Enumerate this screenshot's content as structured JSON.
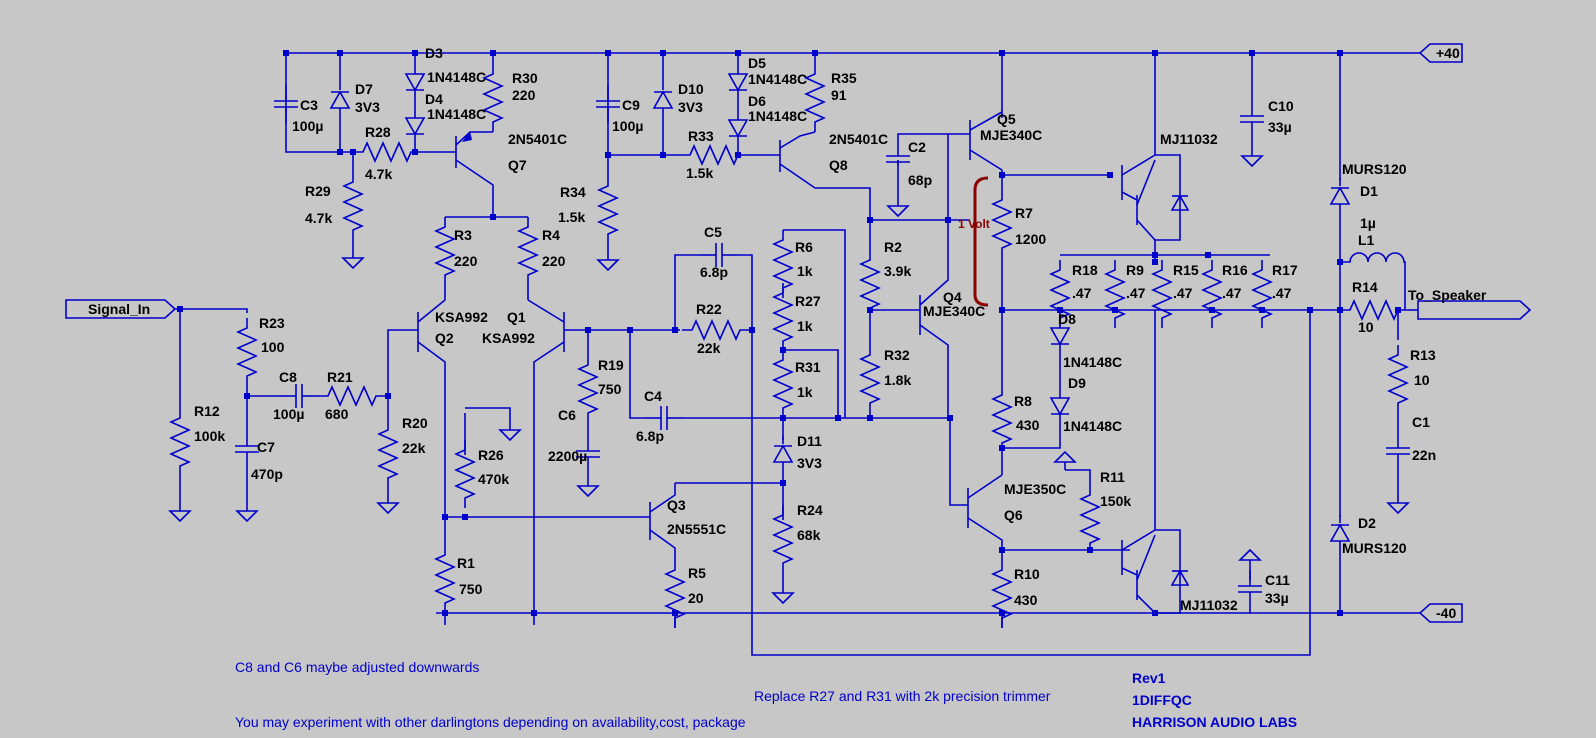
{
  "ports": {
    "signal_in": "Signal_In",
    "to_speaker": "To_Speaker",
    "plus_rail": "+40",
    "minus_rail": "-40"
  },
  "parts": {
    "d3": {
      "ref": "D3",
      "val": "1N4148C"
    },
    "d4": {
      "ref": "D4",
      "val": "1N4148C"
    },
    "d7": {
      "ref": "D7",
      "val": "3V3"
    },
    "c3": {
      "ref": "C3",
      "val": "100µ"
    },
    "r28": {
      "ref": "R28",
      "val": "4.7k"
    },
    "r29": {
      "ref": "R29",
      "val": "4.7k"
    },
    "r30": {
      "ref": "R30",
      "val": "220"
    },
    "q7": {
      "ref": "Q7",
      "val": "2N5401C"
    },
    "c9": {
      "ref": "C9",
      "val": "100µ"
    },
    "d10": {
      "ref": "D10",
      "val": "3V3"
    },
    "d5": {
      "ref": "D5",
      "val": "1N4148C"
    },
    "d6": {
      "ref": "D6",
      "val": "1N4148C"
    },
    "r35": {
      "ref": "R35",
      "val": "91"
    },
    "r33": {
      "ref": "R33",
      "val": "1.5k"
    },
    "r34": {
      "ref": "R34",
      "val": "1.5k"
    },
    "q8": {
      "ref": "Q8",
      "val": "2N5401C"
    },
    "c2": {
      "ref": "C2",
      "val": "68p"
    },
    "q5": {
      "ref": "Q5",
      "val": "MJE340C"
    },
    "r7": {
      "ref": "R7",
      "val": "1200"
    },
    "mj_top": {
      "val": "MJ11032"
    },
    "c10": {
      "ref": "C10",
      "val": "33µ"
    },
    "d1": {
      "ref": "D1",
      "val": "MURS120"
    },
    "l1": {
      "ref": "L1",
      "val": "1µ"
    },
    "r3": {
      "ref": "R3",
      "val": "220"
    },
    "r4": {
      "ref": "R4",
      "val": "220"
    },
    "c5": {
      "ref": "C5",
      "val": "6.8p"
    },
    "r6": {
      "ref": "R6",
      "val": "1k"
    },
    "r2": {
      "ref": "R2",
      "val": "3.9k"
    },
    "q4": {
      "ref": "Q4",
      "val": "MJE340C"
    },
    "r18": {
      "ref": "R18",
      "val": ".47"
    },
    "r9": {
      "ref": "R9",
      "val": ".47"
    },
    "r15": {
      "ref": "R15",
      "val": ".47"
    },
    "r16": {
      "ref": "R16",
      "val": ".47"
    },
    "r17": {
      "ref": "R17",
      "val": ".47"
    },
    "r14": {
      "ref": "R14",
      "val": "10"
    },
    "q2": {
      "ref": "Q2",
      "val": "KSA992"
    },
    "q1": {
      "ref": "Q1",
      "val": "KSA992"
    },
    "r22": {
      "ref": "R22",
      "val": "22k"
    },
    "r27": {
      "ref": "R27",
      "val": "1k"
    },
    "d8": {
      "ref": "D8",
      "val": "1N4148C"
    },
    "d9": {
      "ref": "D9",
      "val": "1N4148C"
    },
    "r23": {
      "ref": "R23",
      "val": "100"
    },
    "r19": {
      "ref": "R19",
      "val": "750"
    },
    "r31": {
      "ref": "R31",
      "val": "1k"
    },
    "r32": {
      "ref": "R32",
      "val": "1.8k"
    },
    "r13": {
      "ref": "R13",
      "val": "10"
    },
    "c8": {
      "ref": "C8",
      "val": "100µ"
    },
    "r21": {
      "ref": "R21",
      "val": "680"
    },
    "r20": {
      "ref": "R20",
      "val": "22k"
    },
    "c4": {
      "ref": "C4",
      "val": "6.8p"
    },
    "c6": {
      "ref": "C6",
      "val": "2200µ"
    },
    "r12": {
      "ref": "R12",
      "val": "100k"
    },
    "c7": {
      "ref": "C7",
      "val": "470p"
    },
    "r26": {
      "ref": "R26",
      "val": "470k"
    },
    "d11": {
      "ref": "D11",
      "val": "3V3"
    },
    "r8": {
      "ref": "R8",
      "val": "430"
    },
    "c1": {
      "ref": "C1",
      "val": "22n"
    },
    "q6": {
      "ref": "Q6",
      "val": "MJE350C"
    },
    "r11": {
      "ref": "R11",
      "val": "150k"
    },
    "q3": {
      "ref": "Q3",
      "val": "2N5551C"
    },
    "r24": {
      "ref": "R24",
      "val": "68k"
    },
    "r1": {
      "ref": "R1",
      "val": "750"
    },
    "r5": {
      "ref": "R5",
      "val": "20"
    },
    "r10": {
      "ref": "R10",
      "val": "430"
    },
    "c11": {
      "ref": "C11",
      "val": "33µ"
    },
    "d2": {
      "ref": "D2",
      "val": "MURS120"
    },
    "mj_bot": {
      "val": "MJ11032"
    }
  },
  "annotation": {
    "bias": "1 Volt",
    "accent_color": "#8b0000"
  },
  "notes": {
    "n1": "C8 and C6 maybe adjusted downwards",
    "n2": "Replace R27 and R31 with 2k precision trimmer",
    "n3": "You may experiment with other darlingtons depending on availability,cost, package",
    "rev": "Rev1",
    "id": "1DIFFQC",
    "company": "HARRISON AUDIO LABS"
  },
  "colors": {
    "background": "#c7c7c7",
    "wire": "#0000cc",
    "text": "#000000"
  }
}
